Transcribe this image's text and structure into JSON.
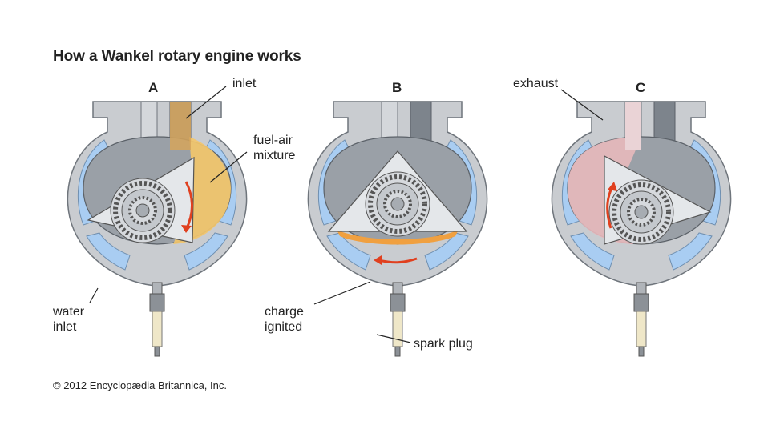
{
  "title": "How a Wankel rotary engine works",
  "copyright": "© 2012 Encyclopædia Britannica, Inc.",
  "panels": [
    "A",
    "B",
    "C"
  ],
  "labels": {
    "inlet": "inlet",
    "fuel_air_1": "fuel-air",
    "fuel_air_2": "mixture",
    "water_1": "water",
    "water_2": "inlet",
    "exhaust": "exhaust",
    "charge_1": "charge",
    "charge_2": "ignited",
    "spark_plug": "spark plug"
  },
  "colors": {
    "housing": "#c9ccd0",
    "housing_dark": "#7d848c",
    "coolant": "#a9cdf2",
    "fuel_air": "#f2c56b",
    "exhaust": "#e8b9bd",
    "arrow": "#e0401f",
    "rotor": "#e4e7ea"
  }
}
